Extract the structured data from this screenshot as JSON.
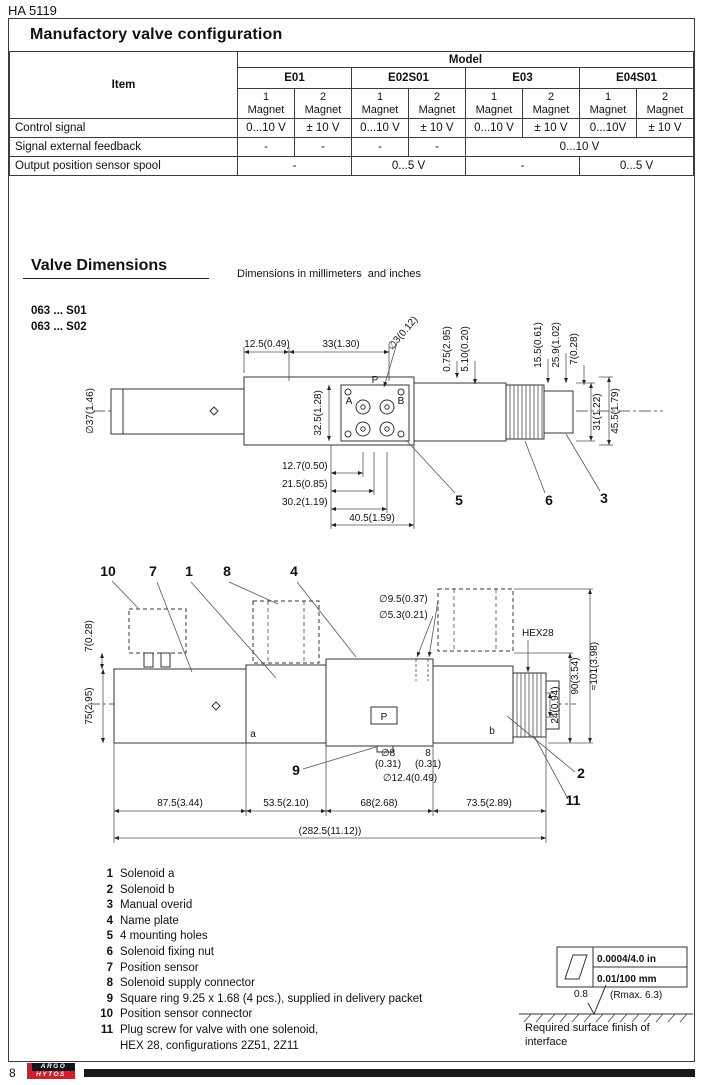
{
  "page": {
    "doc_code": "HA 5119",
    "page_number": "8",
    "logo": {
      "top": "ARGO",
      "bottom": "HYTOS"
    },
    "colors": {
      "logo_red": "#cf1f2e",
      "logo_dark": "#15151c",
      "footer_bar": "#191920"
    }
  },
  "config": {
    "title": "Manufactory valve configuration",
    "item_header": "Item",
    "model_header": "Model",
    "models": [
      "E01",
      "E02S01",
      "E03",
      "E04S01"
    ],
    "magnets": [
      {
        "num": "1",
        "word": "Magnet"
      },
      {
        "num": "2",
        "word": "Magnet"
      },
      {
        "num": "1",
        "word": "Magnet"
      },
      {
        "num": "2",
        "word": "Magnet"
      },
      {
        "num": "1",
        "word": "Magnet"
      },
      {
        "num": "2",
        "word": "Magnet"
      },
      {
        "num": "1",
        "word": "Magnet"
      },
      {
        "num": "2",
        "word": "Magnet"
      }
    ],
    "rows": [
      {
        "label": "Control signal",
        "cells": [
          {
            "text": "0...10 V"
          },
          {
            "text": "± 10 V"
          },
          {
            "text": "0...10 V"
          },
          {
            "text": "± 10 V"
          },
          {
            "text": "0...10 V"
          },
          {
            "text": "± 10 V"
          },
          {
            "text": "0...10V"
          },
          {
            "text": "± 10 V"
          }
        ]
      },
      {
        "label": "Signal external feedback",
        "cells": [
          {
            "text": "-"
          },
          {
            "text": "-"
          },
          {
            "text": "-"
          },
          {
            "text": "-"
          },
          {
            "text": "0...10 V"
          }
        ]
      },
      {
        "label": "Output position sensor spool",
        "cells": [
          {
            "text": "-"
          },
          {
            "text": "0...5 V"
          },
          {
            "text": "-"
          },
          {
            "text": "0...5 V"
          }
        ]
      }
    ]
  },
  "dimensions_section": {
    "title": "Valve Dimensions",
    "subtitle": "Dimensions in millimeters  and inches",
    "variant1": "063 ... S01",
    "variant2": "063 ... S02"
  },
  "drawing1": {
    "dims": {
      "d12_5": "12.5(0.49)",
      "d33": "33(1.30)",
      "dia3": "∅3(0.12)",
      "d075": "0.75(2.95)",
      "d5_10": "5.10(0.20)",
      "d15_5": "15.5(0.61)",
      "d25_9": "25.9(1.02)",
      "d7": "7(0.28)",
      "dia37": "∅37(1.46)",
      "d32_5": "32.5(1.28)",
      "d31": "31(1.22)",
      "d45_5": "45.5(1.79)",
      "d12_7": "12.7(0.50)",
      "d21_5": "21.5(0.85)",
      "d30_2": "30.2(1.19)",
      "d40_5": "40.5(1.59)"
    },
    "ports": {
      "p": "P",
      "a": "A",
      "b": "B"
    },
    "callouts": {
      "c5": "5",
      "c6": "6",
      "c3": "3"
    }
  },
  "drawing2": {
    "dims": {
      "d7": "7(0.28)",
      "d75": "75(2.95)",
      "dia9_5": "∅9.5(0.37)",
      "dia5_3": "∅5.3(0.21)",
      "hex": "HEX28",
      "d24": "24(0.94)",
      "d90": "90(3.54)",
      "d101": "≈101(3.98)",
      "dia8": "∅8",
      "dia8_in": "(0.31)",
      "d8": "8",
      "d8_in": "(0.31)",
      "dia12_4": "∅12.4(0.49)",
      "d87_5": "87.5(3.44)",
      "d53_5": "53.5(2.10)",
      "d68": "68(2.68)",
      "d73_5": "73.5(2.89)",
      "total": "(282.5(11.12))"
    },
    "labels": {
      "a": "a",
      "b": "b",
      "p": "P"
    },
    "callouts": {
      "c10": "10",
      "c7": "7",
      "c1": "1",
      "c8": "8",
      "c4": "4",
      "c9": "9",
      "c2": "2",
      "c11": "11"
    }
  },
  "legend": {
    "items": [
      {
        "num": "1",
        "text": "Solenoid a"
      },
      {
        "num": "2",
        "text": "Solenoid b"
      },
      {
        "num": "3",
        "text": "Manual overid"
      },
      {
        "num": "4",
        "text": "Name plate"
      },
      {
        "num": "5",
        "text": "4 mounting holes"
      },
      {
        "num": "6",
        "text": "Solenoid fixing nut"
      },
      {
        "num": "7",
        "text": "Position sensor"
      },
      {
        "num": "8",
        "text": "Solenoid supply connector"
      },
      {
        "num": "9",
        "text": "Square ring 9.25 x 1.68 (4 pcs.), supplied in delivery packet"
      },
      {
        "num": "10",
        "text": "Position sensor connector"
      },
      {
        "num": "11",
        "text": "Plug screw for valve with one solenoid,",
        "text2": "HEX 28, configurations 2Z51, 2Z11"
      }
    ]
  },
  "surface": {
    "line_in": "0.0004/4.0 in",
    "line_mm": "0.01/100 mm",
    "roughness": "0.8",
    "rmax": "(Rmax. 6.3)",
    "caption": "Required surface finish of interface"
  }
}
